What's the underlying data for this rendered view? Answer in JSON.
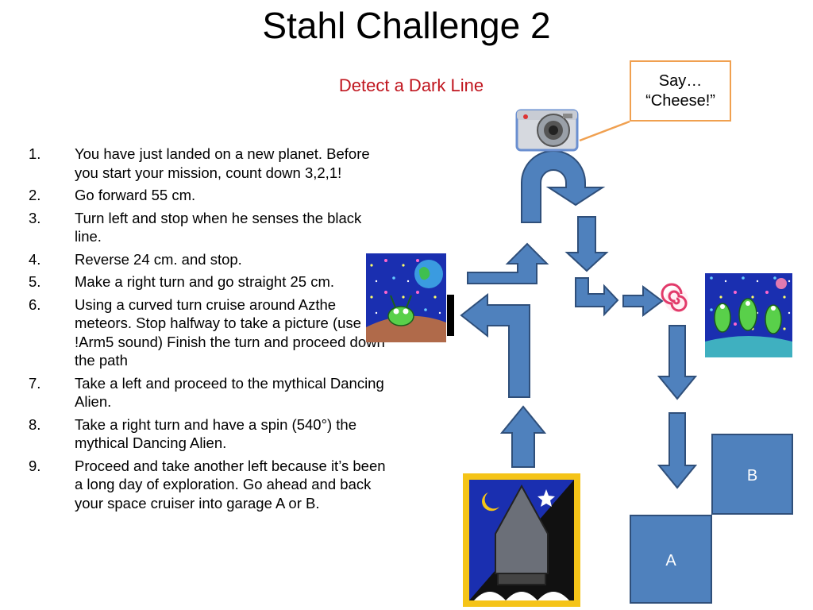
{
  "slide": {
    "title": "Stahl Challenge 2",
    "subtitle": "Detect a Dark Line",
    "steps": [
      {
        "num": "1.",
        "text": "You have just landed on a new planet.  Before you start your mission, count down 3,2,1!"
      },
      {
        "num": "2.",
        "text": "Go forward 55 cm."
      },
      {
        "num": "3.",
        "text": "Turn left and stop when he senses the black line."
      },
      {
        "num": "4.",
        "text": "Reverse 24 cm. and stop."
      },
      {
        "num": "5.",
        "text": "Make a right turn and go straight 25 cm."
      },
      {
        "num": "6.",
        "text": "Using a curved turn cruise around Azthe meteors.  Stop halfway to take a picture (use !Arm5 sound) Finish the turn and proceed down the path"
      },
      {
        "num": "7.",
        "text": "Take a left and proceed to the mythical Dancing Alien."
      },
      {
        "num": "8.",
        "text": "Take a right turn and have a spin (540°) the mythical Dancing Alien."
      },
      {
        "num": "9.",
        "text": "Proceed and take another left because it’s been a long day of exploration. Go ahead and back your space cruiser into garage A or B."
      }
    ],
    "callout": {
      "line1": "Say…",
      "line2": "“Cheese!”"
    },
    "garages": {
      "a": "A",
      "b": "B"
    }
  },
  "colors": {
    "arrow_fill": "#4f81bd",
    "arrow_stroke": "#2f4f7a",
    "title_red": "#c0151e",
    "callout_border": "#f0a050"
  },
  "icons": [
    "camera-icon",
    "rocket-icon",
    "alien-planet-icon",
    "dancing-aliens-icon",
    "spiral-icon"
  ]
}
